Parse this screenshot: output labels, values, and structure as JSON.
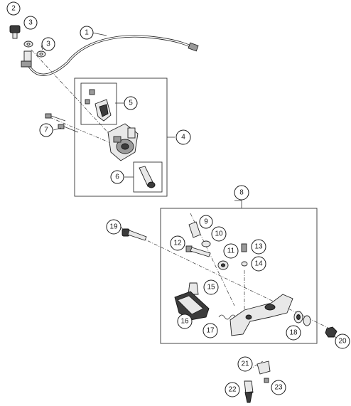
{
  "callouts": [
    {
      "label": "1"
    },
    {
      "label": "2"
    },
    {
      "label": "3"
    },
    {
      "label": "3"
    },
    {
      "label": "4"
    },
    {
      "label": "5"
    },
    {
      "label": "6"
    },
    {
      "label": "7"
    },
    {
      "label": "8"
    },
    {
      "label": "9"
    },
    {
      "label": "10"
    },
    {
      "label": "11"
    },
    {
      "label": "12"
    },
    {
      "label": "13"
    },
    {
      "label": "14"
    },
    {
      "label": "15"
    },
    {
      "label": "16"
    },
    {
      "label": "17"
    },
    {
      "label": "18"
    },
    {
      "label": "19"
    },
    {
      "label": "20"
    },
    {
      "label": "21"
    },
    {
      "label": "22"
    },
    {
      "label": "23"
    }
  ]
}
